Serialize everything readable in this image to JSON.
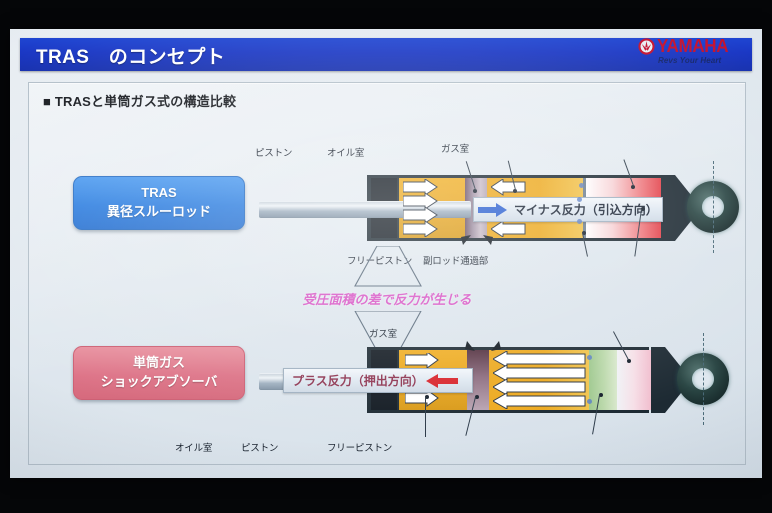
{
  "slide": {
    "title": "TRAS　のコンセプト",
    "subtitle": "■ TRASと単筒ガス式の構造比較",
    "note": "受圧面積の差で反力が生じる"
  },
  "logo": {
    "wordmark": "YAMAHA",
    "tagline": "Revs Your Heart",
    "emblem_icon": "yamaha-tuning-fork-icon",
    "wordmark_color": "#c4122f",
    "tagline_color": "#13246b"
  },
  "tags": {
    "top": {
      "line1": "TRAS",
      "line2": "異径スルーロッド",
      "color": "#2f7fe0"
    },
    "bottom": {
      "line1": "単筒ガス",
      "line2": "ショックアブソーバ",
      "color": "#dd7387"
    }
  },
  "diagram_top": {
    "labels": {
      "piston": "ピストン",
      "oil_chamber": "オイル室",
      "gas_chamber": "ガス室",
      "free_piston": "フリーピストン",
      "sub_rod_passage": "副ロッド通過部"
    },
    "force_banner": {
      "text": "マイナス反力（引込方向）",
      "arrow_direction": "right",
      "arrow_color": "#2a5fd0"
    }
  },
  "diagram_bottom": {
    "labels": {
      "oil_chamber": "オイル室",
      "piston": "ピストン",
      "free_piston": "フリーピストン",
      "gas_chamber": "ガス室"
    },
    "force_banner": {
      "text": "プラス反力（押出方向）",
      "arrow_direction": "left",
      "arrow_color": "#d8232a"
    }
  },
  "colors": {
    "title_bar": "#1a37c4",
    "slide_background": "#dfe7ee",
    "oil": "#e8a51c",
    "gas": "#e23b44",
    "piston": "#9e8fa2",
    "free_piston_green": "#9ec88e"
  }
}
